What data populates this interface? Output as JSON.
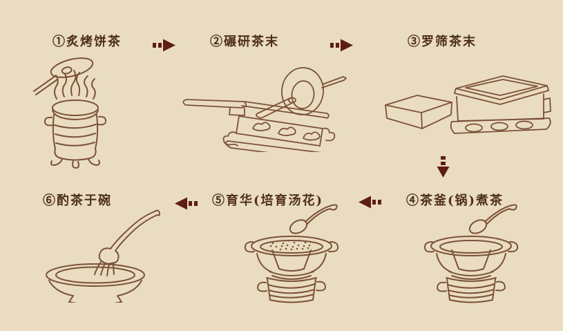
{
  "theme": {
    "background": "#e9dcc1",
    "line": "#7b5137",
    "text": "#4e2f1b",
    "arrow": "#5e1d11"
  },
  "diagram": {
    "steps": [
      {
        "label": "①炙烤饼茶",
        "icon": "brazier-roasting-illustration"
      },
      {
        "label": "②碾研茶末",
        "icon": "tea-roller-mill-illustration"
      },
      {
        "label": "③罗筛茶末",
        "icon": "sieve-box-illustration"
      },
      {
        "label": "④茶釜(锅)煮茶",
        "icon": "kettle-boiling-illustration"
      },
      {
        "label": "⑤育华(培育汤花)",
        "icon": "foam-cultivating-illustration"
      },
      {
        "label": "⑥酌茶于碗",
        "icon": "ladle-pouring-bowl-illustration"
      }
    ],
    "flow": [
      "step1-to-step2-right",
      "step2-to-step3-right",
      "step3-to-step4-down",
      "step4-to-step5-left",
      "step5-to-step6-left"
    ]
  }
}
